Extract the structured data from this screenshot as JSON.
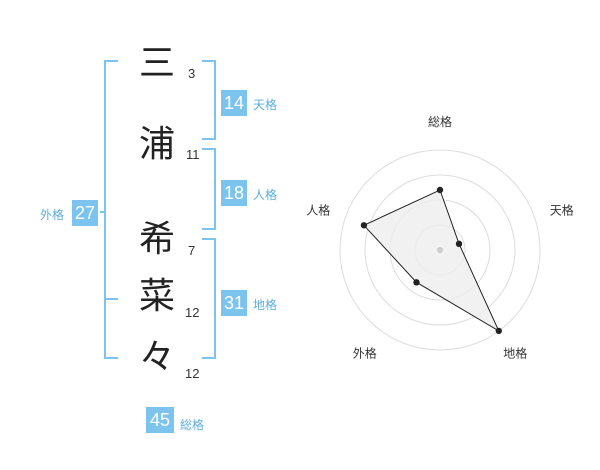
{
  "name": {
    "chars": [
      {
        "char": "三",
        "strokes": "3"
      },
      {
        "char": "浦",
        "strokes": "11"
      },
      {
        "char": "希",
        "strokes": "7"
      },
      {
        "char": "菜",
        "strokes": "12"
      },
      {
        "char": "々",
        "strokes": "12"
      }
    ]
  },
  "fortune": {
    "tenkaku": {
      "value": "14",
      "label": "天格"
    },
    "jinkaku": {
      "value": "18",
      "label": "人格"
    },
    "chikaku": {
      "value": "31",
      "label": "地格"
    },
    "gaikaku": {
      "value": "27",
      "label": "外格"
    },
    "soukaku": {
      "value": "45",
      "label": "総格"
    }
  },
  "colors": {
    "accent": "#7cc4ee",
    "polygon_fill": "#eeeeee",
    "ring": "#dddddd",
    "line": "#222222"
  },
  "chart_data": {
    "type": "radar",
    "axes": [
      "総格",
      "天格",
      "地格",
      "外格",
      "人格"
    ],
    "values": [
      3,
      1,
      5,
      2,
      4
    ],
    "rmax": 5,
    "rings": 4
  }
}
